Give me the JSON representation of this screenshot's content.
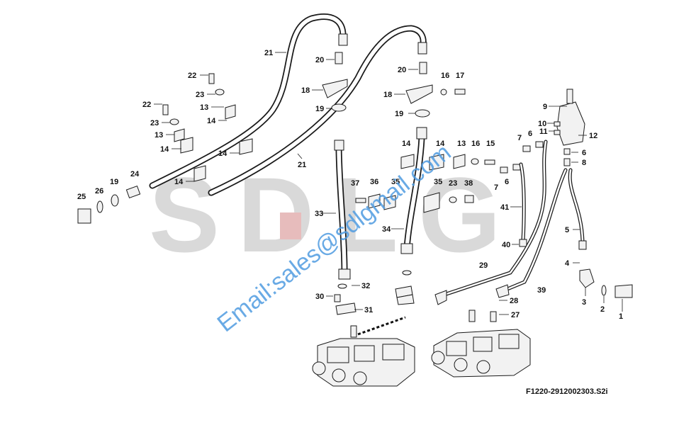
{
  "watermark": {
    "letters": [
      "S",
      "D",
      "L",
      "G"
    ],
    "letter_color": "#d9d9d9",
    "accent_color": "#e7bcbc"
  },
  "email_watermark": {
    "text": "Email:sales@sdlgmail.com",
    "color": "#4f9be0"
  },
  "drawing_code": "F1220-2912002303.S2i",
  "callouts": [
    {
      "text": "21"
    },
    {
      "text": "20"
    },
    {
      "text": "18"
    },
    {
      "text": "19"
    },
    {
      "text": "22"
    },
    {
      "text": "23"
    },
    {
      "text": "13"
    },
    {
      "text": "14"
    },
    {
      "text": "22"
    },
    {
      "text": "23"
    },
    {
      "text": "13"
    },
    {
      "text": "14"
    },
    {
      "text": "14"
    },
    {
      "text": "14"
    },
    {
      "text": "21"
    },
    {
      "text": "25"
    },
    {
      "text": "26"
    },
    {
      "text": "19"
    },
    {
      "text": "24"
    },
    {
      "text": "33"
    },
    {
      "text": "20"
    },
    {
      "text": "16"
    },
    {
      "text": "17"
    },
    {
      "text": "18"
    },
    {
      "text": "19"
    },
    {
      "text": "14"
    },
    {
      "text": "14"
    },
    {
      "text": "13"
    },
    {
      "text": "16"
    },
    {
      "text": "15"
    },
    {
      "text": "37"
    },
    {
      "text": "36"
    },
    {
      "text": "35"
    },
    {
      "text": "35"
    },
    {
      "text": "23"
    },
    {
      "text": "38"
    },
    {
      "text": "34"
    },
    {
      "text": "9"
    },
    {
      "text": "10"
    },
    {
      "text": "11"
    },
    {
      "text": "12"
    },
    {
      "text": "7"
    },
    {
      "text": "6"
    },
    {
      "text": "6"
    },
    {
      "text": "8"
    },
    {
      "text": "7"
    },
    {
      "text": "6"
    },
    {
      "text": "41"
    },
    {
      "text": "40"
    },
    {
      "text": "5"
    },
    {
      "text": "4"
    },
    {
      "text": "3"
    },
    {
      "text": "2"
    },
    {
      "text": "1"
    },
    {
      "text": "29"
    },
    {
      "text": "39"
    },
    {
      "text": "28"
    },
    {
      "text": "27"
    },
    {
      "text": "32"
    },
    {
      "text": "30"
    },
    {
      "text": "31"
    }
  ]
}
